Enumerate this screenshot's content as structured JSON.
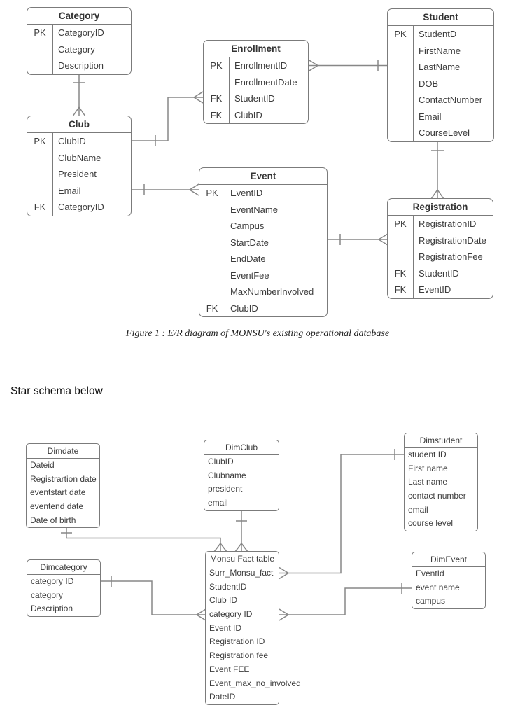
{
  "colors": {
    "line": "#878787",
    "border": "#7b7b7b",
    "text": "#3c3c3c",
    "background": "#ffffff"
  },
  "caption": "Figure 1 : E/R diagram of MONSU's existing operational database",
  "section_label": "Star schema below",
  "er_diagram": {
    "tables": {
      "category": {
        "title": "Category",
        "rows": [
          {
            "key": "PK",
            "label": "CategoryID"
          },
          {
            "key": "",
            "label": "Category"
          },
          {
            "key": "",
            "label": "Description"
          }
        ]
      },
      "club": {
        "title": "Club",
        "rows": [
          {
            "key": "PK",
            "label": "ClubID"
          },
          {
            "key": "",
            "label": "ClubName"
          },
          {
            "key": "",
            "label": "President"
          },
          {
            "key": "",
            "label": "Email"
          },
          {
            "key": "FK",
            "label": "CategoryID"
          }
        ]
      },
      "enrollment": {
        "title": "Enrollment",
        "rows": [
          {
            "key": "PK",
            "label": "EnrollmentID"
          },
          {
            "key": "",
            "label": "EnrollmentDate"
          },
          {
            "key": "FK",
            "label": "StudentID"
          },
          {
            "key": "FK",
            "label": "ClubID"
          }
        ]
      },
      "student": {
        "title": "Student",
        "rows": [
          {
            "key": "PK",
            "label": "StudentD"
          },
          {
            "key": "",
            "label": "FirstName"
          },
          {
            "key": "",
            "label": "LastName"
          },
          {
            "key": "",
            "label": "DOB"
          },
          {
            "key": "",
            "label": "ContactNumber"
          },
          {
            "key": "",
            "label": "Email"
          },
          {
            "key": "",
            "label": "CourseLevel"
          }
        ]
      },
      "event": {
        "title": "Event",
        "rows": [
          {
            "key": "PK",
            "label": "EventID"
          },
          {
            "key": "",
            "label": "EventName"
          },
          {
            "key": "",
            "label": "Campus"
          },
          {
            "key": "",
            "label": "StartDate"
          },
          {
            "key": "",
            "label": "EndDate"
          },
          {
            "key": "",
            "label": "EventFee"
          },
          {
            "key": "",
            "label": "MaxNumberInvolved"
          },
          {
            "key": "FK",
            "label": "ClubID"
          }
        ]
      },
      "registration": {
        "title": "Registration",
        "rows": [
          {
            "key": "PK",
            "label": "RegistrationID"
          },
          {
            "key": "",
            "label": "RegistrationDate"
          },
          {
            "key": "",
            "label": "RegistrationFee"
          },
          {
            "key": "FK",
            "label": "StudentID"
          },
          {
            "key": "FK",
            "label": "EventID"
          }
        ]
      }
    },
    "relationships": [
      {
        "from": "Category",
        "to": "Club",
        "cardinality": "one-to-many"
      },
      {
        "from": "Club",
        "to": "Enrollment",
        "cardinality": "one-to-many"
      },
      {
        "from": "Student",
        "to": "Enrollment",
        "cardinality": "one-to-many"
      },
      {
        "from": "Club",
        "to": "Event",
        "cardinality": "one-to-many"
      },
      {
        "from": "Event",
        "to": "Registration",
        "cardinality": "one-to-many"
      },
      {
        "from": "Student",
        "to": "Registration",
        "cardinality": "one-to-many"
      }
    ]
  },
  "star_schema": {
    "tables": {
      "dimdate": {
        "title": "Dimdate",
        "rows": [
          "Dateid",
          "Registrartion date",
          "eventstart date",
          "eventend date",
          "Date of birth"
        ]
      },
      "dimclub": {
        "title": "DimClub",
        "rows": [
          "ClubID",
          "Clubname",
          "president",
          "email"
        ]
      },
      "dimstudent": {
        "title": "Dimstudent",
        "rows": [
          "student ID",
          "First name",
          "Last name",
          "contact number",
          "email",
          "course level"
        ]
      },
      "dimcategory": {
        "title": "Dimcategory",
        "rows": [
          "category ID",
          "category",
          "Description"
        ]
      },
      "fact": {
        "title": "Monsu Fact table",
        "rows": [
          "Surr_Monsu_fact",
          "StudentID",
          "Club ID",
          "category ID",
          "Event ID",
          "Registration ID",
          "Registration fee",
          "Event FEE",
          "Event_max_no_involved",
          "DateID"
        ]
      },
      "dimevent": {
        "title": "DimEvent",
        "rows": [
          "EventId",
          "event name",
          "campus"
        ]
      }
    },
    "relationships": [
      {
        "from": "Dimdate",
        "to": "Monsu Fact table",
        "cardinality": "one-to-many"
      },
      {
        "from": "DimClub",
        "to": "Monsu Fact table",
        "cardinality": "one-to-many"
      },
      {
        "from": "Dimstudent",
        "to": "Monsu Fact table",
        "cardinality": "one-to-many"
      },
      {
        "from": "Dimcategory",
        "to": "Monsu Fact table",
        "cardinality": "one-to-many"
      },
      {
        "from": "DimEvent",
        "to": "Monsu Fact table",
        "cardinality": "one-to-many"
      }
    ]
  }
}
